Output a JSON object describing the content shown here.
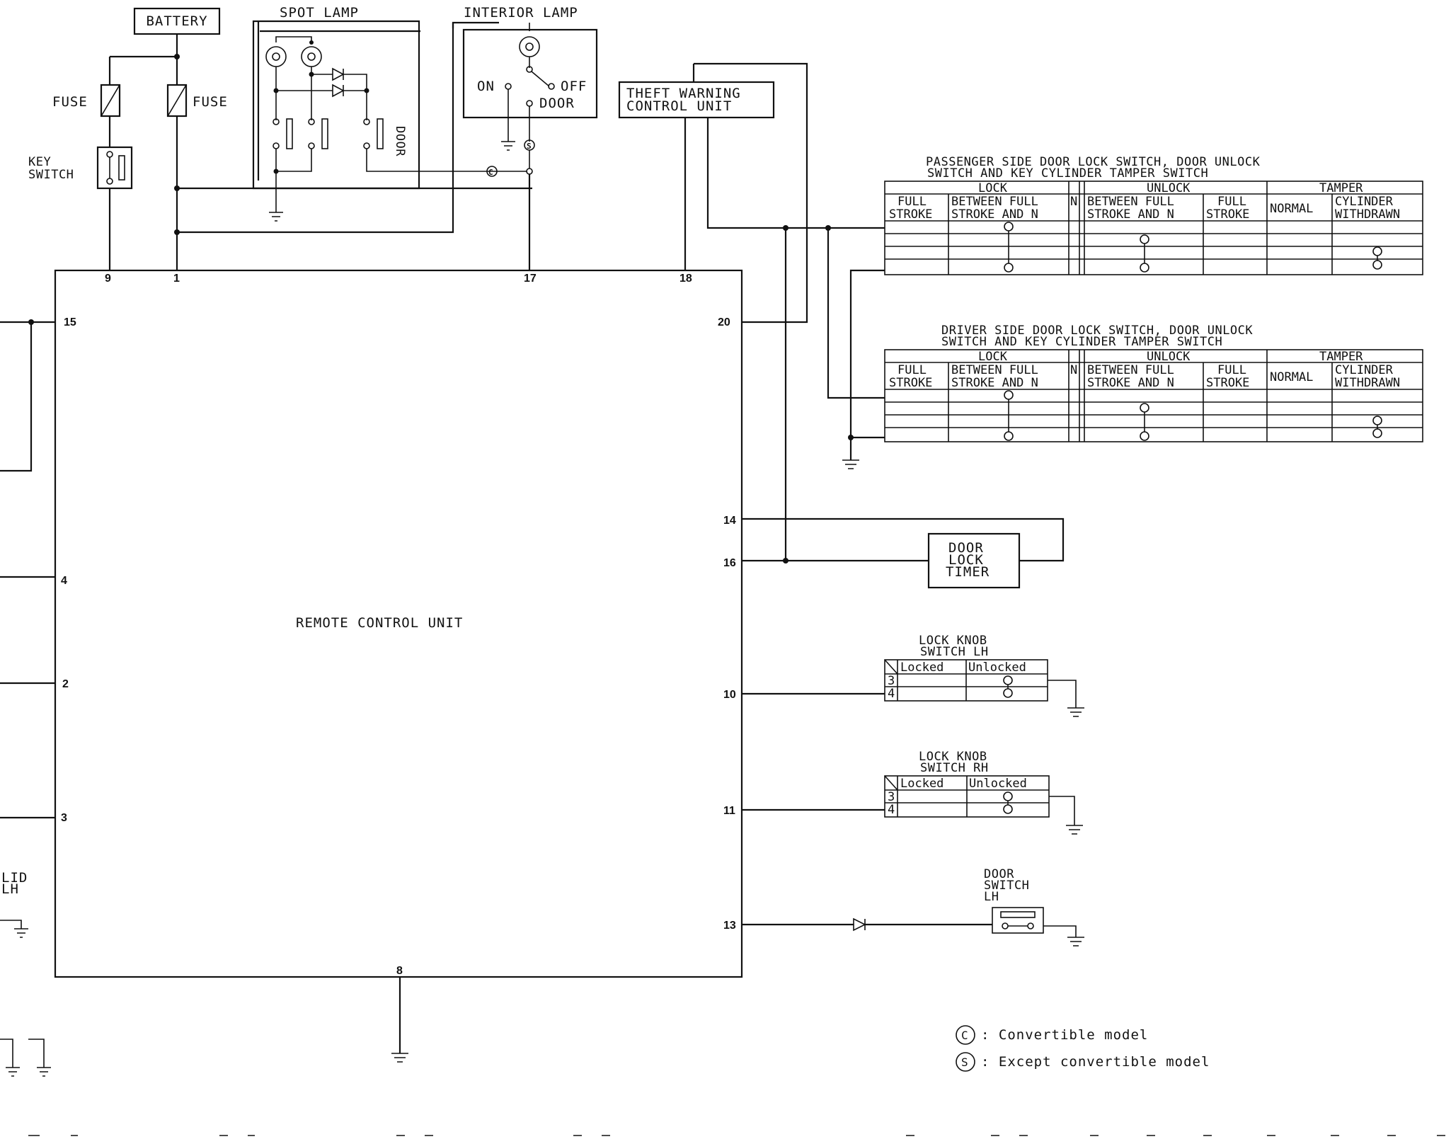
{
  "labels": {
    "battery": "BATTERY",
    "spot_lamp": "SPOT LAMP",
    "interior_lamp": "INTERIOR LAMP",
    "fuse": "FUSE",
    "key_switch_line1": "KEY",
    "key_switch_line2": "SWITCH",
    "on": "ON",
    "off": "OFF",
    "door": "DOOR",
    "door_vertical": "DOOR",
    "theft_line1": "THEFT WARNING",
    "theft_line2": "CONTROL UNIT",
    "remote_control_unit": "REMOTE CONTROL UNIT",
    "door_lock_timer_1": "DOOR",
    "door_lock_timer_2": "LOCK",
    "door_lock_timer_3": "TIMER",
    "lid_line1": "LID",
    "lid_line2": "LH",
    "c_symbol": "C",
    "s_symbol": "S"
  },
  "pins": {
    "p9": "9",
    "p1": "1",
    "p17": "17",
    "p18": "18",
    "p15": "15",
    "p4": "4",
    "p2": "2",
    "p3": "3",
    "p20": "20",
    "p14": "14",
    "p16": "16",
    "p10": "10",
    "p11": "11",
    "p13": "13",
    "p8": "8"
  },
  "passenger_switch": {
    "title1": "PASSENGER SIDE DOOR LOCK SWITCH, DOOR UNLOCK",
    "title2": "SWITCH AND KEY CYLINDER TAMPER SWITCH",
    "group_lock": "LOCK",
    "group_unlock": "UNLOCK",
    "group_tamper": "TAMPER",
    "col_full_stroke_1": "FULL",
    "col_full_stroke_2": "STROKE",
    "col_between_1": "BETWEEN FULL",
    "col_between_2": "STROKE AND N",
    "col_n": "N",
    "col_normal": "NORMAL",
    "col_cylinder_1": "CYLINDER",
    "col_cylinder_2": "WITHDRAWN"
  },
  "driver_switch": {
    "title1": "DRIVER SIDE DOOR LOCK SWITCH, DOOR UNLOCK",
    "title2": "SWITCH AND KEY CYLINDER TAMPER SWITCH",
    "group_lock": "LOCK",
    "group_unlock": "UNLOCK",
    "group_tamper": "TAMPER",
    "col_full_stroke_1": "FULL",
    "col_full_stroke_2": "STROKE",
    "col_between_1": "BETWEEN FULL",
    "col_between_2": "STROKE AND N",
    "col_n": "N",
    "col_normal": "NORMAL",
    "col_cylinder_1": "CYLINDER",
    "col_cylinder_2": "WITHDRAWN"
  },
  "lock_knob_lh": {
    "title1": "LOCK KNOB",
    "title2": "SWITCH LH",
    "col_locked": "Locked",
    "col_unlocked": "Unlocked",
    "row1": "3",
    "row2": "4"
  },
  "lock_knob_rh": {
    "title1": "LOCK KNOB",
    "title2": "SWITCH RH",
    "col_locked": "Locked",
    "col_unlocked": "Unlocked",
    "row1": "3",
    "row2": "4"
  },
  "door_switch": {
    "line1": "DOOR",
    "line2": "SWITCH",
    "line3": "LH"
  },
  "legend": {
    "c_symbol": "C",
    "c_text": ": Convertible model",
    "s_symbol": "S",
    "s_text": ": Except convertible model"
  }
}
